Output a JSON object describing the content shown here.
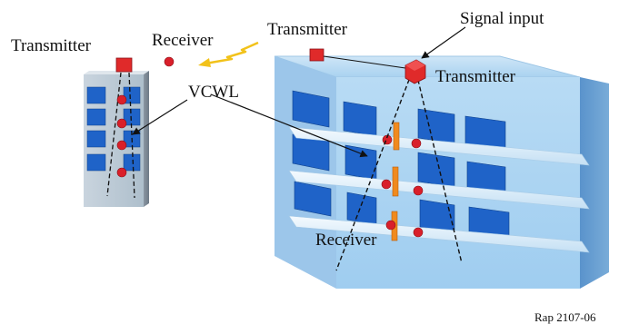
{
  "labels": {
    "transmitter_left": "Transmitter",
    "receiver_top": "Receiver",
    "transmitter_top": "Transmitter",
    "signal_input": "Signal input",
    "transmitter_right": "Transmitter",
    "vcwl": "VCWL",
    "receiver_bottom": "Receiver"
  },
  "figure_code": "Rap 2107-06",
  "colors": {
    "transmitter_red": "#e02a2a",
    "receiver_red": "#d91f2a",
    "wave_yellow": "#f2c21a",
    "window_blue": "#1f63c8",
    "building_face": "#8fc1e8",
    "building_side": "#5f98cf",
    "orange_pillar": "#f08a1e"
  },
  "icons": [
    "transmitter-icon",
    "receiver-icon",
    "wireless-signal-icon",
    "arrow-icon"
  ]
}
